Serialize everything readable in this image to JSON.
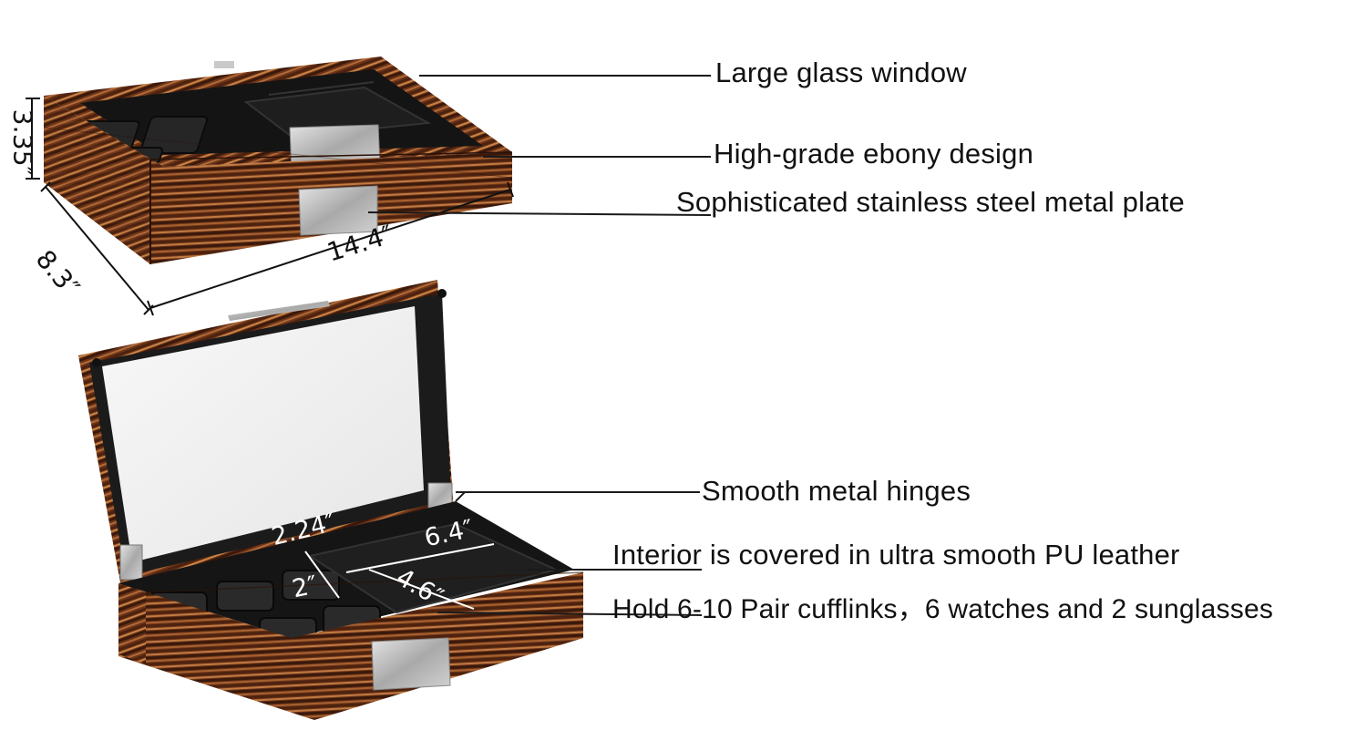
{
  "callouts": {
    "glass_window": "Large glass window",
    "ebony_design": "High-grade ebony design",
    "metal_plate": "Sophisticated stainless steel metal plate",
    "hinges": "Smooth metal hinges",
    "interior": "Interior is covered in ultra smooth PU leather",
    "capacity": "Hold 6-10 Pair cufflinks，6 watches and 2 sunglasses"
  },
  "dimensions": {
    "height": "3.35″",
    "depth": "8.3″",
    "width": "14.4″",
    "slot_width": "2.24″",
    "slot_depth": "2″",
    "tray_width": "6.4″",
    "tray_depth": "4.6″"
  },
  "colors": {
    "wood_dark": "#3a1a0c",
    "wood_mid": "#7a3d1c",
    "wood_light": "#b06a38",
    "leather": "#1c1c1c",
    "steel": "#b9b9b9"
  }
}
